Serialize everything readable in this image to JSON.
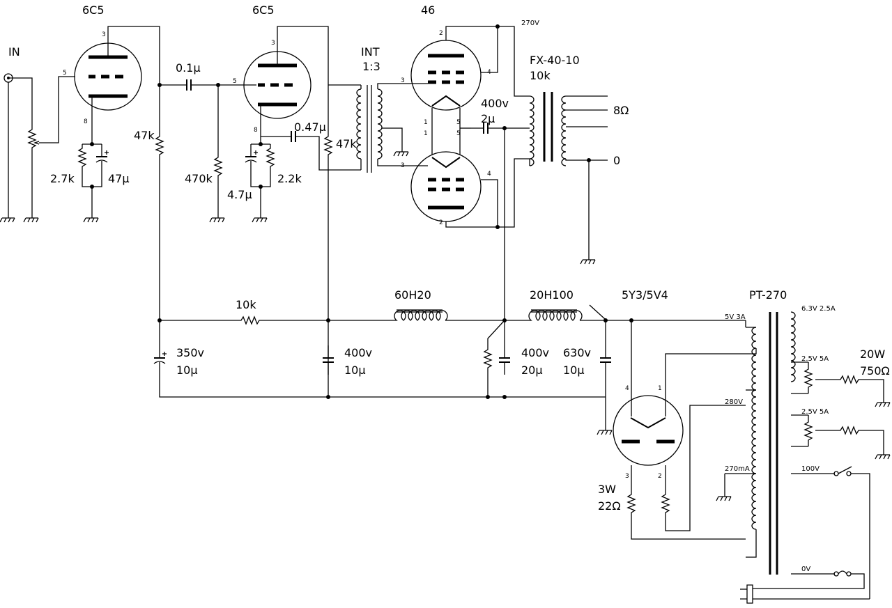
{
  "diagram": {
    "tubes": {
      "v1": "6C5",
      "v2": "6C5",
      "output": "46",
      "rectifier": "5Y3/5V4"
    },
    "input_label": "IN",
    "interstage": {
      "name": "INT",
      "ratio": "1:3"
    },
    "output_transformer": {
      "model": "FX-40-10",
      "impedance": "10k",
      "tap_8": "8Ω",
      "tap_0": "0"
    },
    "b_plus_label": "270V",
    "coupling_caps": {
      "c1": "0.1μ",
      "c2": "0.47μ"
    },
    "resistors": {
      "v1_plate": "47k",
      "v1_cathode": "2.7k",
      "v2_grid": "470k",
      "v2_cathode": "2.2k",
      "v2_plate": "47k",
      "dropping": "10k",
      "rect_plate_r": "22Ω",
      "rect_plate_w": "3W",
      "hum_w": "20W",
      "hum_r": "750Ω"
    },
    "capacitors": {
      "v1_cathode": "47μ",
      "v2_cathode": "4.7μ",
      "out_v": "400v",
      "out_c": "2μ",
      "f1_v": "350v",
      "f1_c": "10μ",
      "f2_v": "400v",
      "f2_c": "10μ",
      "f3_v": "400v",
      "f3_c": "20μ",
      "f4_v": "630v",
      "f4_c": "10μ"
    },
    "chokes": {
      "ch1": "60H20",
      "ch2": "20H100"
    },
    "power_transformer": {
      "name": "PT-270",
      "w_5v": "5V 3A",
      "w_280v": "280V",
      "w_current": "270mA",
      "w_63v": "6.3V 2.5A",
      "w_25v_a": "2.5V 5A",
      "w_25v_b": "2.5V 5A",
      "w_100v": "100V",
      "w_0v": "0V"
    },
    "pins": {
      "v1": [
        "3",
        "5",
        "8"
      ],
      "v2": [
        "3",
        "5",
        "8"
      ],
      "v3": [
        "2",
        "4",
        "3",
        "1",
        "1",
        "5"
      ],
      "v4": [
        "3",
        "4",
        "1",
        "5",
        "2"
      ],
      "rect": [
        "4",
        "1",
        "3",
        "2"
      ]
    }
  }
}
